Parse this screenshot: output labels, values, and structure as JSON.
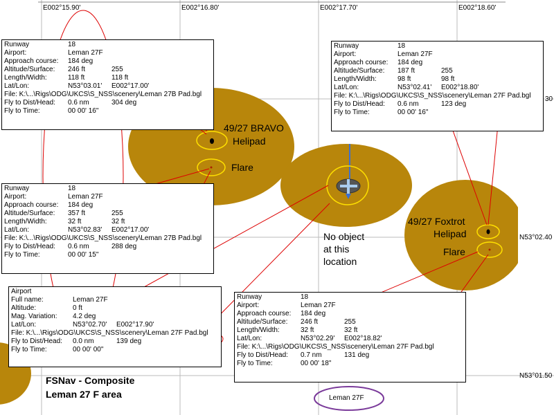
{
  "colors": {
    "pad": "#b8860b",
    "annotation": "#dd0000",
    "yellow_ring": "#ffe000",
    "purple_ring": "#7a3a9a",
    "grid": "#bbbbbb"
  },
  "top_coords": [
    "E002°15.90'",
    "E002°16.80'",
    "E002°17.70'",
    "E002°18.60'"
  ],
  "side_coords": {
    "lat_a": "30",
    "lat_b": "N53°02.40",
    "lat_c": "N53°01.50"
  },
  "labels": {
    "bravo_1": "49/27 BRAVO",
    "bravo_2": "Helipad",
    "bravo_flare": "Flare",
    "foxtrot_1": "49/27 Foxtrot",
    "foxtrot_2": "Helipad",
    "foxtrot_flare": "Flare",
    "no_obj_1": "No object",
    "no_obj_2": "at this",
    "no_obj_3": "location",
    "composite_1": "FSNav - Composite",
    "composite_2": "Leman 27 F area",
    "airport_callout": "Leman 27F"
  },
  "boxes": {
    "bravo_helipad": [
      [
        "Runway",
        "18",
        ""
      ],
      [
        "Airport:",
        "Leman 27F",
        ""
      ],
      [
        "Approach course:",
        "184 deg",
        ""
      ],
      [
        "Altitude/Surface:",
        "246 ft",
        "255"
      ],
      [
        "Length/Width:",
        "118 ft",
        "118 ft"
      ],
      [
        "Lat/Lon:",
        "N53°03.01'",
        "E002°17.00'"
      ],
      [
        "File: K:\\...\\Rigs\\ODG\\UKCS\\S_NSS\\scenery\\Leman 27B Pad.bgl",
        "",
        ""
      ],
      [
        "Fly to Dist/Head:",
        "0.6 nm",
        "304 deg"
      ],
      [
        "Fly to Time:",
        "00 00' 16\"",
        ""
      ]
    ],
    "bravo_flare": [
      [
        "Runway",
        "18",
        ""
      ],
      [
        "Airport:",
        "Leman 27F",
        ""
      ],
      [
        "Approach course:",
        "184 deg",
        ""
      ],
      [
        "Altitude/Surface:",
        "357 ft",
        "255"
      ],
      [
        "Length/Width:",
        "32 ft",
        "32 ft"
      ],
      [
        "Lat/Lon:",
        "N53°02.83'",
        "E002°17.00'"
      ],
      [
        "File: K:\\...\\Rigs\\ODG\\UKCS\\S_NSS\\scenery\\Leman 27B Pad.bgl",
        "",
        ""
      ],
      [
        "Fly to Dist/Head:",
        "0.6 nm",
        "288 deg"
      ],
      [
        "Fly to Time:",
        "00 00' 15\"",
        ""
      ]
    ],
    "foxtrot_helipad": [
      [
        "Runway",
        "18",
        ""
      ],
      [
        "Airport:",
        "Leman 27F",
        ""
      ],
      [
        "Approach course:",
        "184 deg",
        ""
      ],
      [
        "Altitude/Surface:",
        "187 ft",
        "255"
      ],
      [
        "Length/Width:",
        "98 ft",
        "98 ft"
      ],
      [
        "Lat/Lon:",
        "N53°02.41'",
        "E002°18.80'"
      ],
      [
        "File: K:\\...\\Rigs\\ODG\\UKCS\\S_NSS\\scenery\\Leman 27F Pad.bgl",
        "",
        ""
      ],
      [
        "Fly to Dist/Head:",
        "0.6 nm",
        "123 deg"
      ],
      [
        "Fly to Time:",
        "00 00' 16\"",
        ""
      ]
    ],
    "airport": [
      [
        "Airport",
        "",
        ""
      ],
      [
        "Full name:",
        "Leman 27F",
        ""
      ],
      [
        "Altitude:",
        "0 ft",
        ""
      ],
      [
        "Mag. Variation:",
        "4.2 deg",
        ""
      ],
      [
        "Lat/Lon:",
        "N53°02.70'",
        "E002°17.90'"
      ],
      [
        "File: K:\\...\\Rigs\\ODG\\UKCS\\S_NSS\\scenery\\Leman 27F Pad.bgl",
        "",
        ""
      ],
      [
        "Fly to Dist/Head:",
        "0.0 nm",
        "139 deg"
      ],
      [
        "Fly to Time:",
        "00 00' 00\"",
        ""
      ]
    ],
    "foxtrot_flare": [
      [
        "Runway",
        "18",
        ""
      ],
      [
        "Airport:",
        "Leman 27F",
        ""
      ],
      [
        "Approach course:",
        "184 deg",
        ""
      ],
      [
        "Altitude/Surface:",
        "246 ft",
        "255"
      ],
      [
        "Length/Width:",
        "32 ft",
        "32 ft"
      ],
      [
        "Lat/Lon:",
        "N53°02.29'",
        "E002°18.82'"
      ],
      [
        "File: K:\\...\\Rigs\\ODG\\UKCS\\S_NSS\\scenery\\Leman 27F Pad.bgl",
        "",
        ""
      ],
      [
        "Fly to Dist/Head:",
        "0.7 nm",
        "131 deg"
      ],
      [
        "Fly to Time:",
        "00 00' 18\"",
        ""
      ]
    ]
  }
}
